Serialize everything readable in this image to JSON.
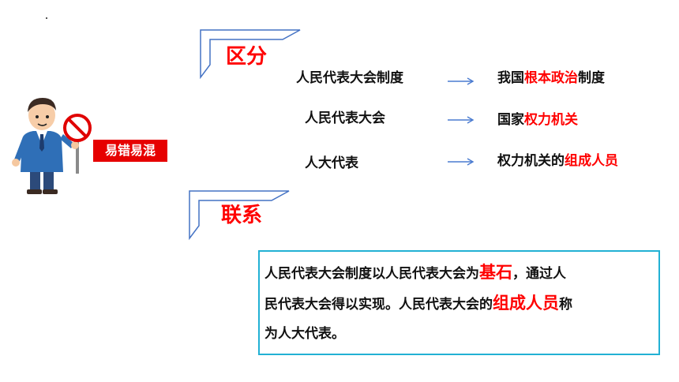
{
  "badge": {
    "label": "易错易混"
  },
  "section_distinguish": {
    "title": "区分"
  },
  "section_connect": {
    "title": "联系"
  },
  "rows": [
    {
      "left": "人民代表大会制度",
      "right_prefix": "我国",
      "right_highlight": "根本政治",
      "right_suffix": "制度"
    },
    {
      "left": "人民代表大会",
      "right_prefix": "国家",
      "right_highlight": "权力机关",
      "right_suffix": ""
    },
    {
      "left": "人大代表",
      "right_prefix": "权力机关的",
      "right_highlight": "组成人员",
      "right_suffix": ""
    }
  ],
  "note": {
    "l1_a": "人民代表大会制度以人民代表大会为",
    "l1_hl": "基石",
    "l1_b": "，通过人",
    "l2_a": "民代表大会得以实现。人民代表大会的",
    "l2_hl": "组成人员",
    "l2_b": "称",
    "l3": "为人大代表。"
  },
  "colors": {
    "accent_red": "#ff0000",
    "tag_bg": "#e60000",
    "frame_blue": "#4472c4",
    "box_border": "#22b1d4",
    "arrow_blue": "#4a7bd0"
  },
  "icons": [
    "no-entry-sign-icon",
    "arrow-right-icon"
  ]
}
